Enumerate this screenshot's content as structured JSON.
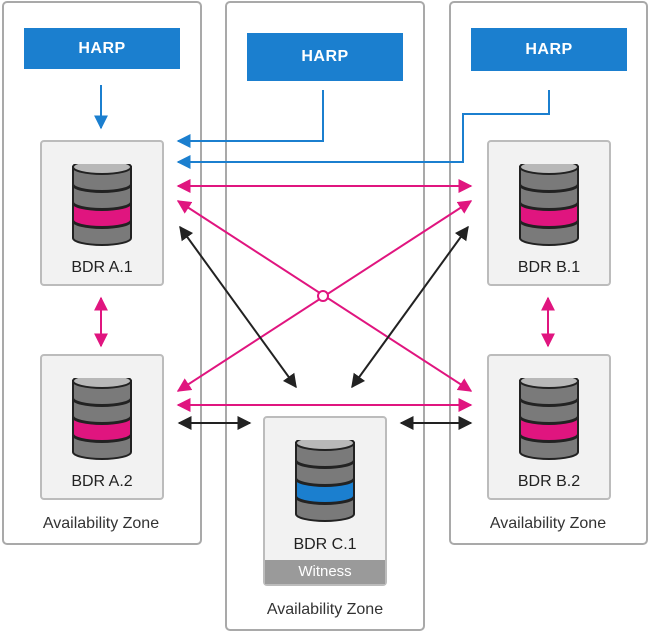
{
  "zones": [
    {
      "id": "zone-a",
      "label": "Availability Zone"
    },
    {
      "id": "zone-c",
      "label": "Availability Zone"
    },
    {
      "id": "zone-b",
      "label": "Availability Zone"
    }
  ],
  "harp": [
    {
      "id": "harp-a",
      "label": "HARP"
    },
    {
      "id": "harp-c",
      "label": "HARP"
    },
    {
      "id": "harp-b",
      "label": "HARP"
    }
  ],
  "nodes": [
    {
      "id": "bdr-a1",
      "label": "BDR A.1",
      "band_color": "#e0157f"
    },
    {
      "id": "bdr-a2",
      "label": "BDR A.2",
      "band_color": "#e0157f"
    },
    {
      "id": "bdr-b1",
      "label": "BDR B.1",
      "band_color": "#e0157f"
    },
    {
      "id": "bdr-b2",
      "label": "BDR B.2",
      "band_color": "#e0157f"
    },
    {
      "id": "bdr-c1",
      "label": "BDR C.1",
      "band_color": "#1b7fcf",
      "role": "Witness"
    }
  ],
  "colors": {
    "harp": "#1b7fcf",
    "replication": "#e0157f",
    "witness_link": "#222222",
    "zone_border": "#a9a9a9",
    "witness_bar": "#9a9a9a"
  }
}
